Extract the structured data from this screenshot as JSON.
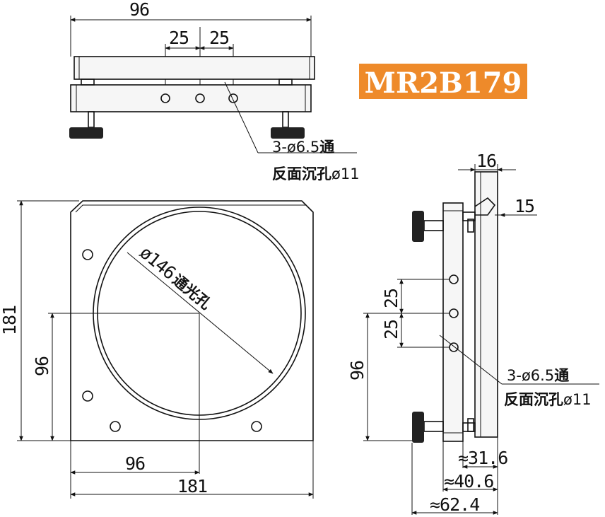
{
  "model": {
    "label": "MR2B179",
    "badge_color": "#ee8a2a"
  },
  "top_view": {
    "width_dim": "96",
    "spacing_left": "25",
    "spacing_right": "25",
    "hole_note_line1": "3-ø6.5",
    "hole_note_line1_b": "通",
    "hole_note_line2_b": "反面沉孔",
    "hole_note_line2": "ø11"
  },
  "front_view": {
    "height_dim": "181",
    "width_dim": "181",
    "center_x_dim": "96",
    "center_y_dim": "96",
    "aperture_label": "ø146",
    "aperture_label_b": "通光孔"
  },
  "side_view": {
    "top_dim_1": "16",
    "top_dim_2": "15",
    "spacing_upper": "25",
    "spacing_lower": "25",
    "center_dim": "96",
    "hole_note_line1": "3-ø6.5",
    "hole_note_line1_b": "通",
    "hole_note_line2_b": "反面沉孔",
    "hole_note_line2": "ø11",
    "depth_dim_1": "≈31.6",
    "depth_dim_2": "≈40.6",
    "depth_dim_3": "≈62.4"
  }
}
